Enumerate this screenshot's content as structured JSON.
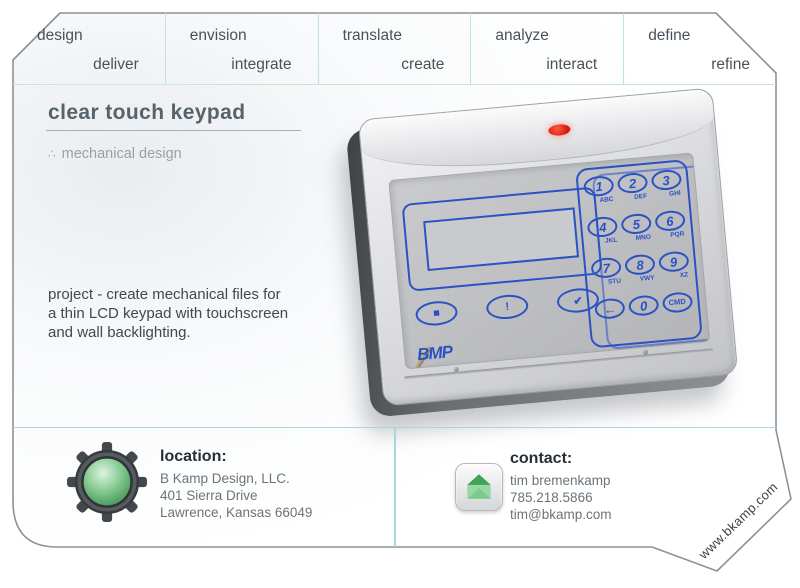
{
  "nav": {
    "items": [
      {
        "primary": "design",
        "secondary": "deliver"
      },
      {
        "primary": "envision",
        "secondary": "integrate"
      },
      {
        "primary": "translate",
        "secondary": "create"
      },
      {
        "primary": "analyze",
        "secondary": "interact"
      },
      {
        "primary": "define",
        "secondary": "refine"
      }
    ]
  },
  "project": {
    "title": "clear touch keypad",
    "bullet": "∴",
    "category": "mechanical design",
    "description_lines": [
      "project - create mechanical files for",
      "a thin LCD keypad with touchscreen",
      "and wall backlighting."
    ]
  },
  "device": {
    "brand": "BMP",
    "function_keys": [
      {
        "name": "display-key",
        "glyph": "■"
      },
      {
        "name": "alert-key",
        "glyph": "!"
      },
      {
        "name": "confirm-key",
        "glyph": "✔"
      }
    ],
    "keys": [
      {
        "label": "1",
        "letters": "ABC"
      },
      {
        "label": "2",
        "letters": "DEF"
      },
      {
        "label": "3",
        "letters": "GHI"
      },
      {
        "label": "4",
        "letters": "JKL"
      },
      {
        "label": "5",
        "letters": "MNO"
      },
      {
        "label": "6",
        "letters": "PQR"
      },
      {
        "label": "7",
        "letters": "STU"
      },
      {
        "label": "8",
        "letters": "VWY"
      },
      {
        "label": "9",
        "letters": "XZ"
      },
      {
        "label": "←",
        "letters": ""
      },
      {
        "label": "0",
        "letters": ""
      },
      {
        "label": "CMD",
        "letters": ""
      }
    ]
  },
  "footer": {
    "location": {
      "heading": "location:",
      "lines": [
        "B Kamp Design, LLC.",
        "401 Sierra Drive",
        "Lawrence, Kansas 66049"
      ]
    },
    "contact": {
      "heading": "contact:",
      "lines": [
        "tim bremenkamp",
        "785.218.5866",
        "tim@bkamp.com"
      ]
    }
  },
  "corner_url": "www.bkamp.com",
  "colors": {
    "border": "#8b929a",
    "nav_divider": "#bfe1ea",
    "nav_underline": "#c8e6d8",
    "footer_divider": "#a9d4e2",
    "accent_blue": "#2a52c4",
    "led_red": "#d61a08",
    "gear_green": "#69b977",
    "heading": "#57626a",
    "body_text": "#3e4950",
    "muted_text": "#97a1a7"
  }
}
